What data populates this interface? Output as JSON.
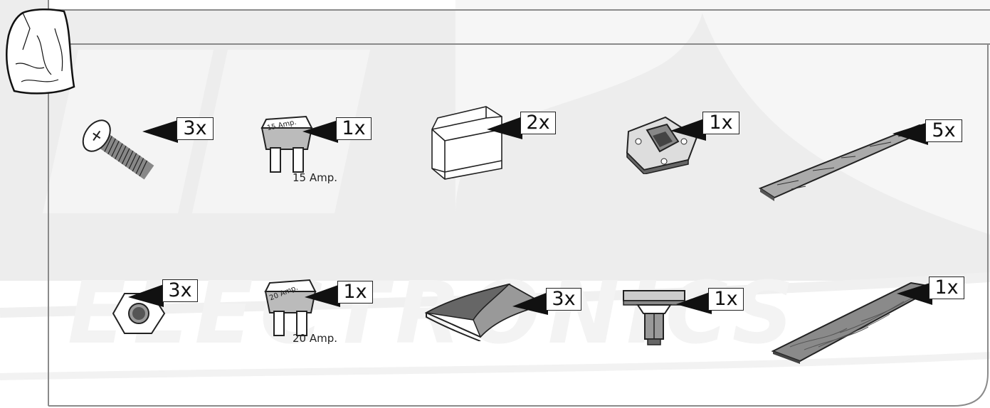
{
  "background": {
    "panel_color": "#ededed",
    "watermark_color": "#f7f7f7",
    "border_color": "#8a8a8a",
    "watermark_text": "ELECTRONICS"
  },
  "bag_icon": "plastic-bag-icon",
  "parts_row_1": [
    {
      "id": "screw",
      "icon": "screw-icon",
      "qty": "3x"
    },
    {
      "id": "fuse-15",
      "icon": "fuse-icon",
      "qty": "1x",
      "fuse_label": "15 Amp.",
      "caption": "15 Amp."
    },
    {
      "id": "fuse-cover",
      "icon": "fuse-cover-icon",
      "qty": "2x"
    },
    {
      "id": "cable-tie-mount",
      "icon": "cable-tie-mount-icon",
      "qty": "1x"
    },
    {
      "id": "adhesive-tape",
      "icon": "adhesive-tape-icon",
      "qty": "5x"
    }
  ],
  "parts_row_2": [
    {
      "id": "nut",
      "icon": "hex-nut-icon",
      "qty": "3x"
    },
    {
      "id": "fuse-20",
      "icon": "fuse-icon",
      "qty": "1x",
      "fuse_label": "20 Amp.",
      "caption": "20 Amp."
    },
    {
      "id": "adhesive-pad",
      "icon": "adhesive-pad-icon",
      "qty": "3x"
    },
    {
      "id": "push-clip",
      "icon": "push-clip-icon",
      "qty": "1x"
    },
    {
      "id": "velcro-strip",
      "icon": "velcro-strip-icon",
      "qty": "1x"
    }
  ]
}
